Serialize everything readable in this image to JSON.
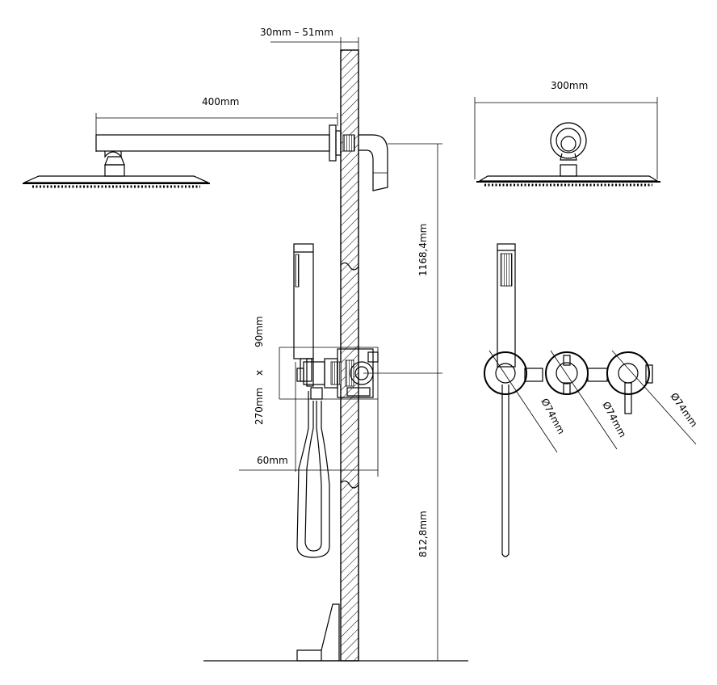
{
  "dimensions": {
    "wall_thickness": "30mm – 51mm",
    "arm_length": "400mm",
    "head_width": "300mm",
    "upper_height": "1168,4mm",
    "lower_height": "812,8mm",
    "box_height": "90mm",
    "box_x": "x",
    "box_width": "270mm",
    "box_depth": "60mm",
    "plate_1": "Ø74mm",
    "plate_2": "Ø74mm",
    "plate_3": "Ø74mm"
  }
}
